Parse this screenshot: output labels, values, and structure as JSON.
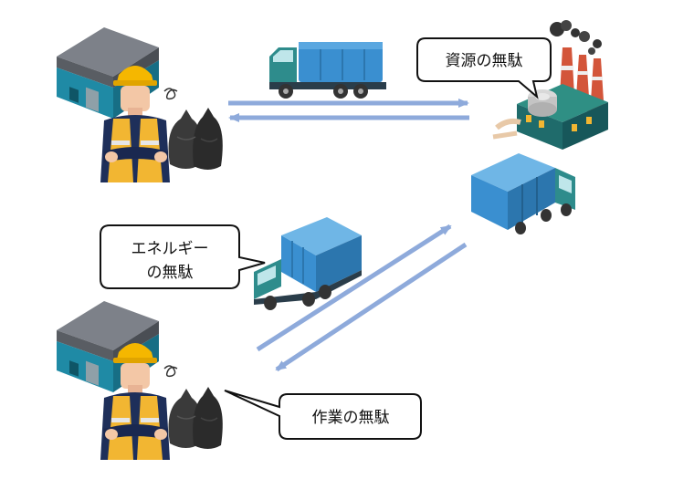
{
  "callouts": {
    "resource_waste": "資源の無駄",
    "energy_waste_line1": "エネルギー",
    "energy_waste_line2": "の無駄",
    "work_waste": "作業の無駄"
  },
  "colors": {
    "arrow": "#8eaadb",
    "warehouse_roof": "#6b6f76",
    "warehouse_wall": "#1f8aa5",
    "truck_blue": "#3a8fd0",
    "truck_cab": "#2e8c8c",
    "factory_teal": "#1f6b6b",
    "chimney_red": "#d3553a",
    "worker_vest": "#f2b632",
    "garbage_bag": "#3a3a3a"
  },
  "icons": {
    "top_warehouse": "warehouse-icon",
    "bottom_warehouse": "warehouse-icon",
    "top_worker": "worker-icon",
    "bottom_worker": "worker-icon",
    "factory": "factory-icon",
    "trucks": "garbage-truck-icon"
  }
}
